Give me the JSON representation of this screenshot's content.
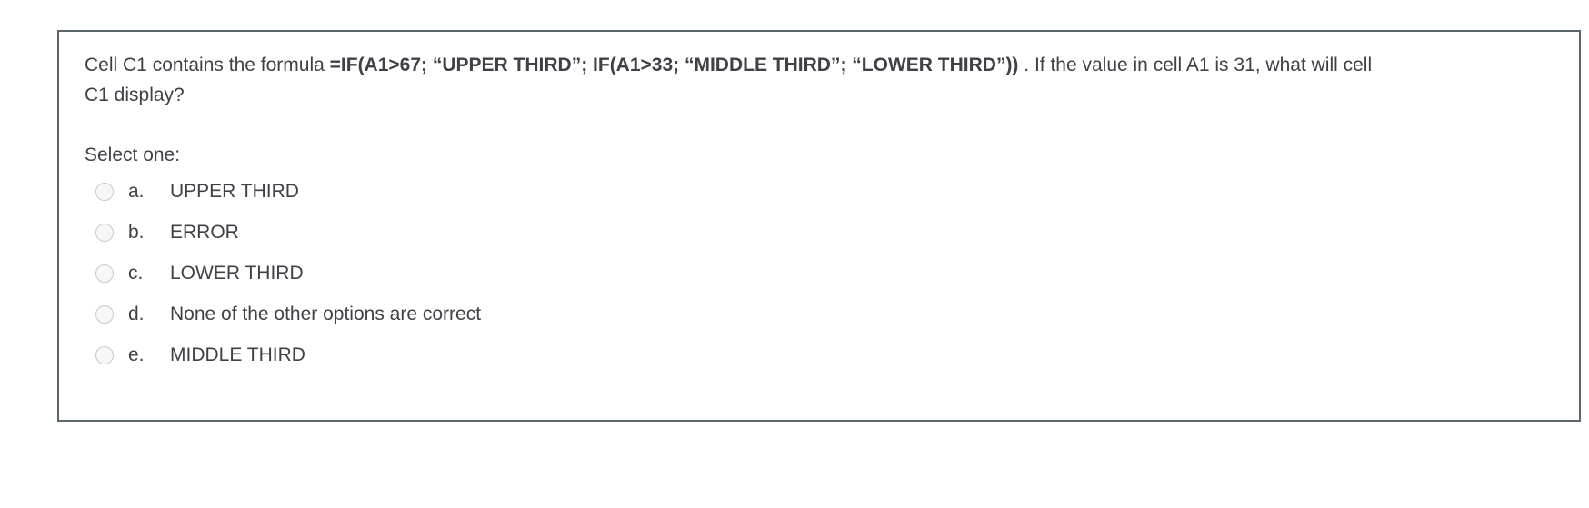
{
  "question": {
    "text_before": "Cell C1 contains the formula ",
    "formula": "=IF(A1>67; “UPPER THIRD”; IF(A1>33; “MIDDLE THIRD”; “LOWER THIRD”))",
    "text_after": " . If the value in cell A1 is 31, what will cell C1 display?",
    "prompt": "Select one:"
  },
  "options": [
    {
      "letter": "a.",
      "label": "UPPER THIRD",
      "selected": false
    },
    {
      "letter": "b.",
      "label": "ERROR",
      "selected": false
    },
    {
      "letter": "c.",
      "label": "LOWER THIRD",
      "selected": false
    },
    {
      "letter": "d.",
      "label": "None of the other options are correct",
      "selected": false
    },
    {
      "letter": "e.",
      "label": "MIDDLE THIRD",
      "selected": false
    }
  ],
  "colors": {
    "box_border": "#5b666c",
    "text": "#3f4146",
    "radio_border": "#c9c9c9",
    "radio_fill": "#f7f7f7"
  }
}
